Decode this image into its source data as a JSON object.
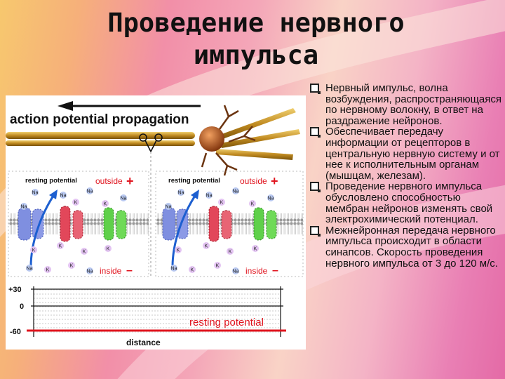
{
  "slide": {
    "title": "Проведение нервного импульса",
    "bullets": [
      "Нервный импульс, волна возбуждения, распространяющаяся по нервному волокну, в ответ на раздражение нейронов.",
      "Обеспечивает передачу информации от рецепторов в центральную нервную систему и от нее к исполнительным органам (мышцам, железам).",
      "Проведение нервного импульса обусловлено способностью мембран нейронов изменять свой электрохимический потенциал.",
      "Межнейронная передача нервного импульса происходит в области синапсов. Скорость проведения нервного импульса от 3 до 120 м/с."
    ],
    "bullet_icon": "checkbox-bullet-icon"
  },
  "figure": {
    "heading": "action potential propagation",
    "panels": [
      {
        "resting_label": "resting potential",
        "outside_label": "outside",
        "outside_sign": "+",
        "inside_label": "inside",
        "inside_sign": "–"
      },
      {
        "resting_label": "resting potential",
        "outside_label": "outside",
        "outside_sign": "+",
        "inside_label": "inside",
        "inside_sign": "–"
      }
    ],
    "ions": {
      "na": "Na",
      "k": "K"
    },
    "graph": {
      "y_ticks": [
        "+30",
        "0",
        "-60"
      ],
      "x_label": "distance",
      "line_label": "resting potential"
    },
    "colors": {
      "red": "#e0141e",
      "channel_blue": "#7f8fe0",
      "channel_red": "#e2475a",
      "channel_green": "#5fd04a",
      "arrow_blue": "#1d5fd0",
      "neuron": "#b2581e"
    }
  }
}
